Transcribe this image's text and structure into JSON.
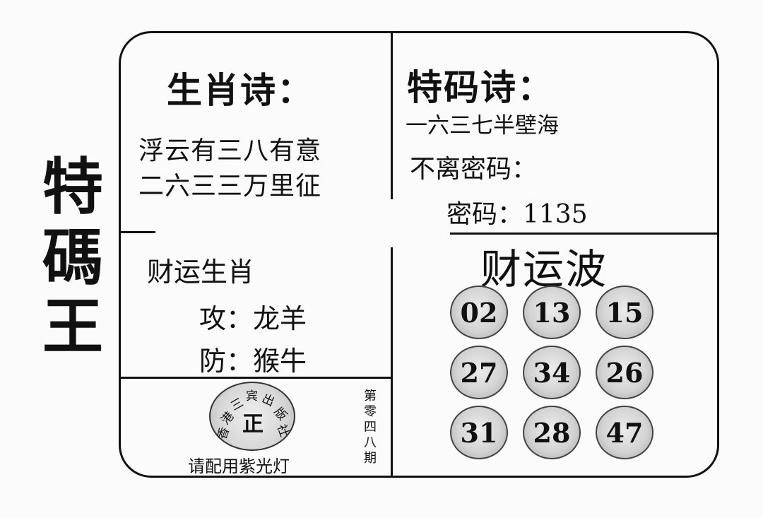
{
  "side_title": [
    "特",
    "碼",
    "王"
  ],
  "zodiac_poem": {
    "heading": "生肖诗：",
    "lines": [
      "浮云有三八有意",
      "二六三三万里征"
    ]
  },
  "special_poem": {
    "heading": "特码诗：",
    "line1": "一六三七半壁海",
    "line2": "不离密码：",
    "code_line": "密码：1135"
  },
  "fortune_zodiac": {
    "heading": "财运生肖",
    "attack": "攻：龙羊",
    "defense": "防：猴牛"
  },
  "seal": {
    "center": "正",
    "ring": [
      "香",
      "港",
      "三",
      "宾",
      "出",
      "版",
      "社"
    ]
  },
  "footer_note": "请配用紫光灯",
  "issue": [
    "第",
    "零",
    "四",
    "八",
    "期"
  ],
  "fortune_wave": {
    "heading": "财运波",
    "numbers": [
      "02",
      "13",
      "15",
      "27",
      "34",
      "26",
      "31",
      "28",
      "47"
    ]
  }
}
